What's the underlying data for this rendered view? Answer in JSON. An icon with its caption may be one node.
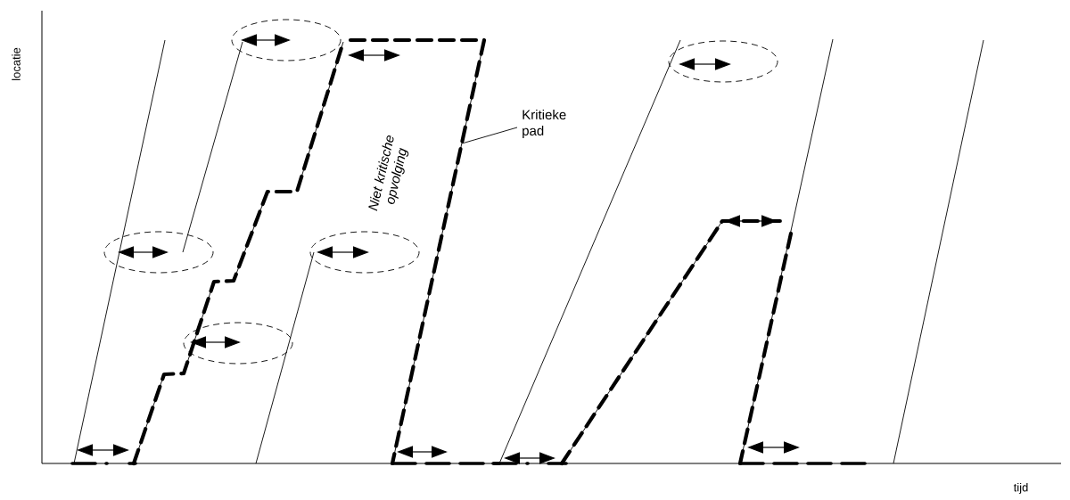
{
  "diagram": {
    "nodes": [
      {
        "text": [
          "Kritieke pad"
        ]
      },
      {
        "text": [],
        "shape": "line"
      }
    ],
    "edges": [
      {
        "from": 0,
        "to": 1,
        "arrow": "none"
      }
    ],
    "labels": [
      "locatie",
      "Niet kritische opvolging",
      "tijd"
    ]
  }
}
